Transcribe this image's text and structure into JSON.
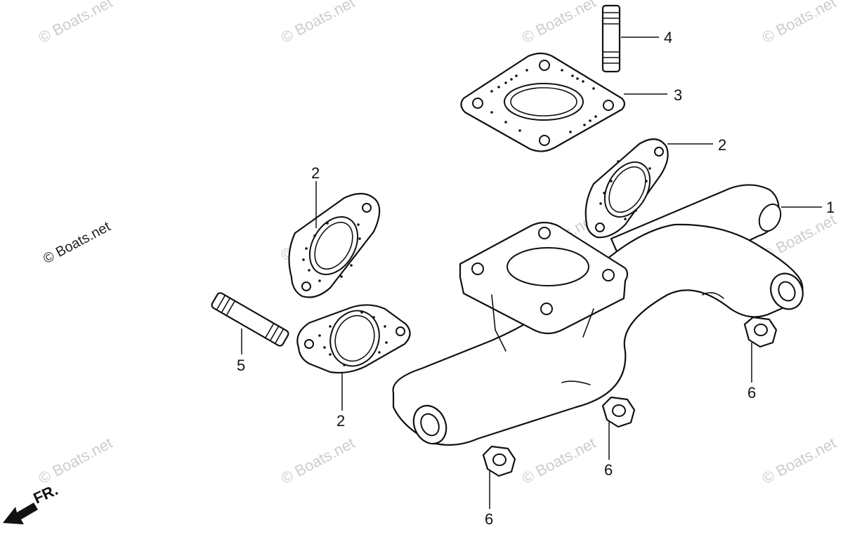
{
  "watermark": {
    "text": "© Boats.net"
  },
  "callouts": {
    "manifold": "1",
    "gasket_right": "2",
    "gasket_left_upper": "2",
    "gasket_left_lower": "2",
    "flange_gasket": "3",
    "stud_top": "4",
    "stud_left": "5",
    "nut_right": "6",
    "nut_middle": "6",
    "nut_bottom": "6"
  },
  "direction": {
    "label": "FR."
  }
}
